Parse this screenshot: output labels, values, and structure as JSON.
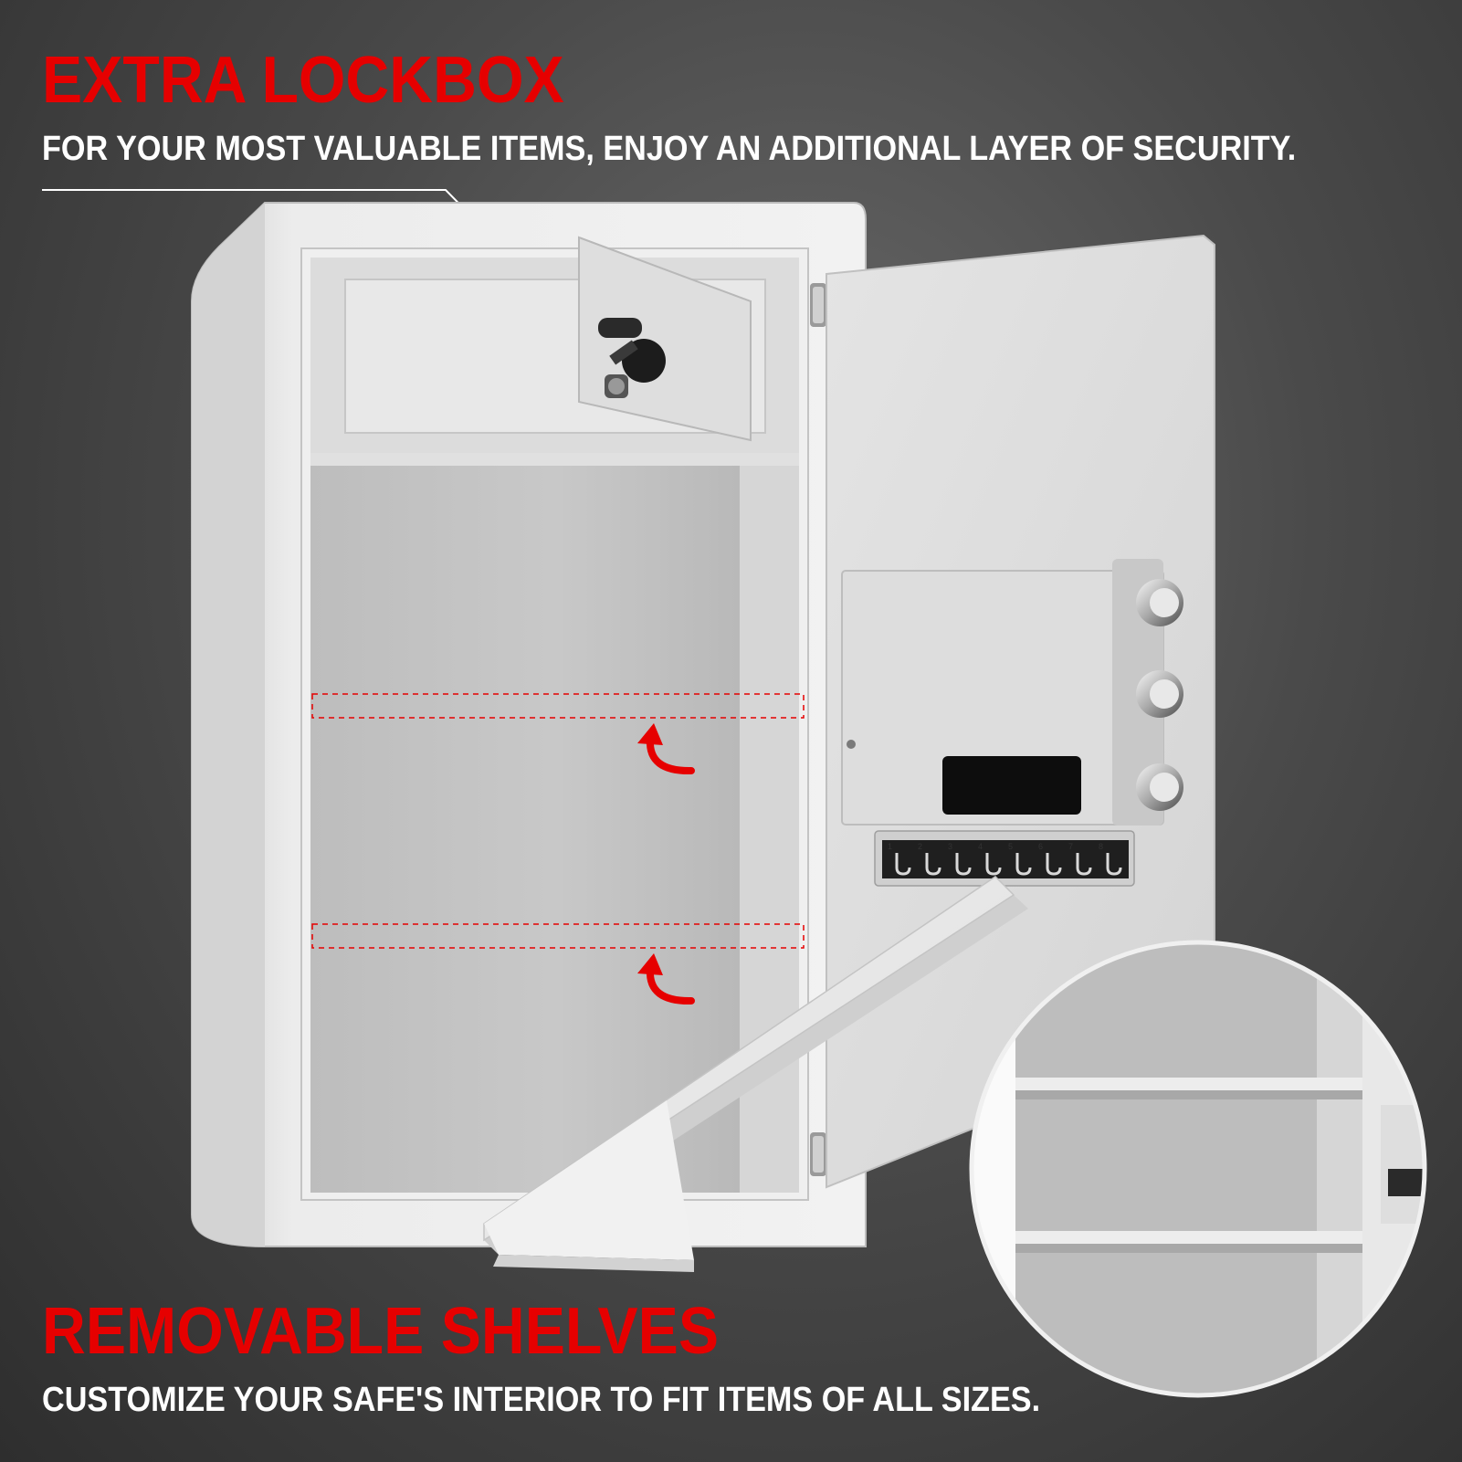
{
  "top_section": {
    "headline": "EXTRA LOCKBOX",
    "subline": "FOR YOUR MOST VALUABLE ITEMS, ENJOY AN ADDITIONAL LAYER OF SECURITY."
  },
  "bottom_section": {
    "headline": "REMOVABLE SHELVES",
    "subline": "CUSTOMIZE YOUR SAFE'S INTERIOR TO FIT ITEMS OF ALL SIZES."
  },
  "key_slots": {
    "labels": [
      "1",
      "2",
      "3",
      "4",
      "5",
      "6",
      "7",
      "8"
    ]
  },
  "colors": {
    "accent_red": "#e60000",
    "text_white": "#ffffff",
    "safe_body": "#e6e6e6"
  },
  "icons": [
    "lock-key-icon",
    "curved-arrow-icon",
    "knob-icon",
    "zoom-circle-icon"
  ]
}
